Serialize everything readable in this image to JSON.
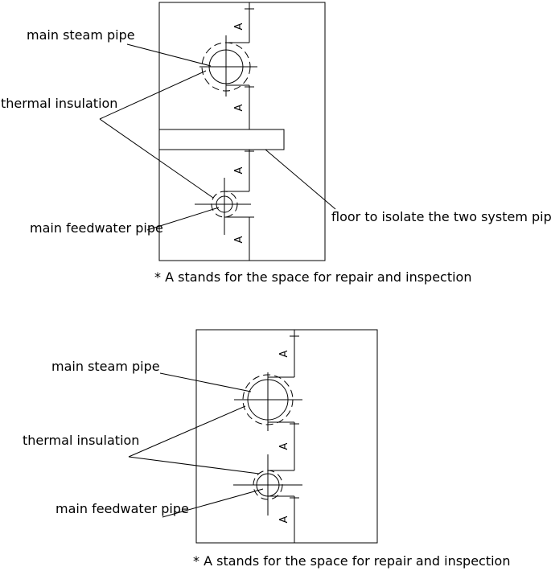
{
  "diagrams": [
    {
      "id": "top",
      "labels": {
        "main_steam": "main steam pipe",
        "thermal_insulation": "thermal insulation",
        "main_feedwater": "main feedwater pipe",
        "floor": "floor to isolate the two system pipes"
      },
      "dimension_mark": "A",
      "footnote": "* A stands for the space for repair and inspection"
    },
    {
      "id": "bottom",
      "labels": {
        "main_steam": "main steam pipe",
        "thermal_insulation": "thermal insulation",
        "main_feedwater": "main feedwater pipe"
      },
      "dimension_mark": "A",
      "footnote": "* A stands for the space for repair and inspection"
    }
  ]
}
